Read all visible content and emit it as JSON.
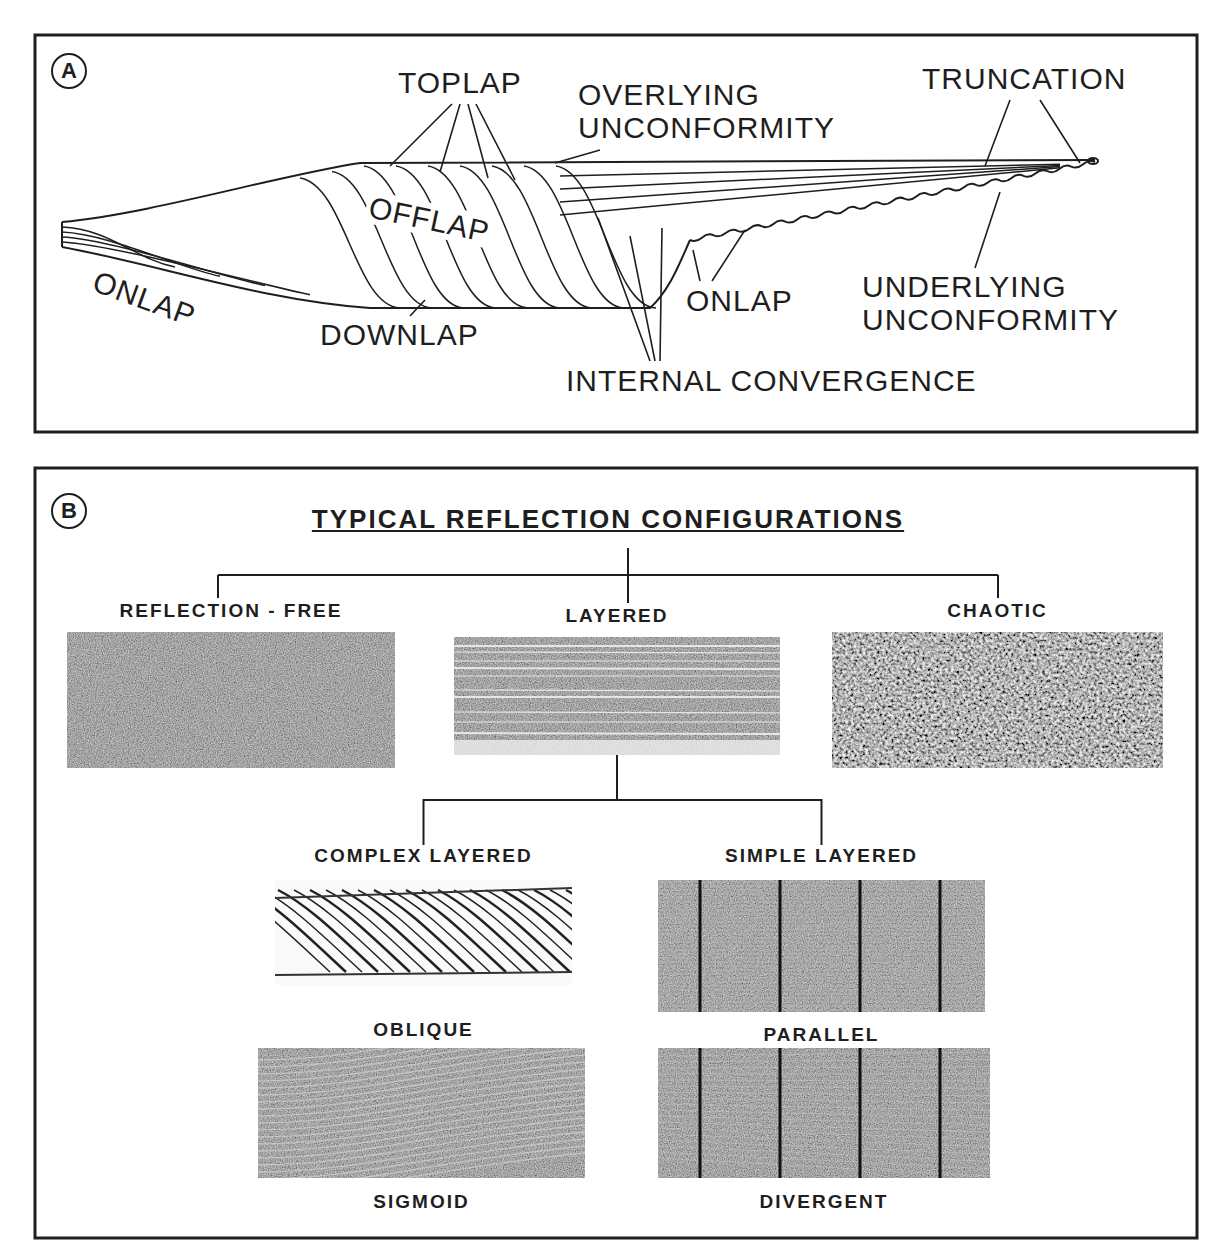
{
  "diagram": {
    "nodes": [
      {
        "text": [
          "A"
        ]
      },
      {
        "text": [
          "B"
        ]
      },
      {
        "text": [
          "REFLECTION - FREE"
        ]
      },
      {
        "text": [
          "LAYERED"
        ]
      },
      {
        "text": [
          "CHAOTIC"
        ]
      },
      {
        "text": [
          "COMPLEX LAYERED",
          "OBLIQUE"
        ]
      },
      {
        "text": [
          "SIMPLE LAYERED",
          "PARALLEL"
        ]
      },
      {
        "text": [
          "SIGMOID"
        ]
      },
      {
        "text": [
          "DIVERGENT"
        ]
      }
    ],
    "edges": [
      {
        "from": 3,
        "to": 5,
        "arrow": "none"
      },
      {
        "from": 3,
        "to": 6,
        "arrow": "none"
      }
    ],
    "labels": [
      "TOPLAP",
      "OVERLYING UNCONFORMITY",
      "TRUNCATION",
      "OFFLAP",
      "ONLAP",
      "DOWNLAP",
      "ONLAP",
      "UNDERLYING UNCONFORMITY",
      "INTERNAL CONVERGENCE",
      "TYPICAL REFLECTION CONFIGURATIONS"
    ]
  }
}
